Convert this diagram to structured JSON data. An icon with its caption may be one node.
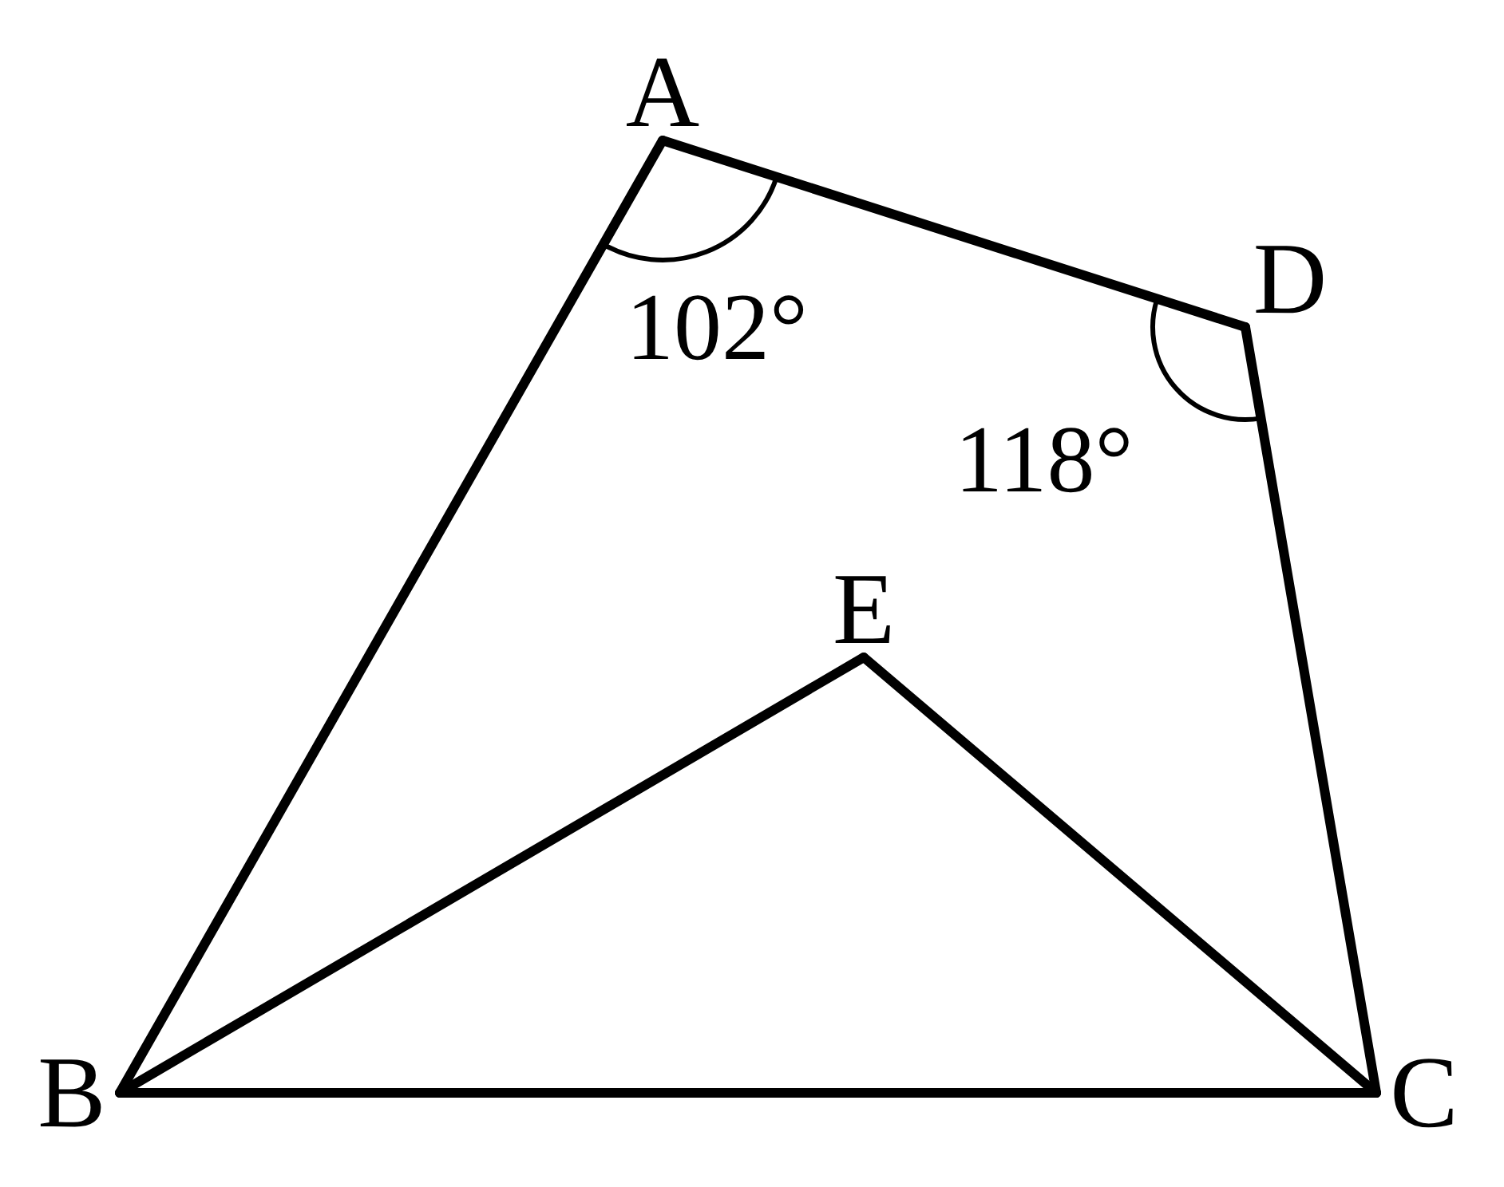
{
  "diagram": {
    "nodes": [
      {
        "text": [
          "A"
        ]
      },
      {
        "text": [
          "D"
        ]
      },
      {
        "text": [
          "E"
        ]
      },
      {
        "text": [
          "B"
        ]
      },
      {
        "text": [
          "C"
        ]
      }
    ],
    "edges": [
      {
        "from": 0,
        "to": 3,
        "arrow": "none"
      },
      {
        "from": 0,
        "to": 1,
        "arrow": "none"
      },
      {
        "from": 1,
        "to": 4,
        "arrow": "none"
      },
      {
        "from": 3,
        "to": 4,
        "arrow": "none"
      },
      {
        "from": 3,
        "to": 2,
        "arrow": "none"
      },
      {
        "from": 2,
        "to": 4,
        "arrow": "none"
      }
    ],
    "labels": [
      "102°",
      "118°"
    ]
  }
}
